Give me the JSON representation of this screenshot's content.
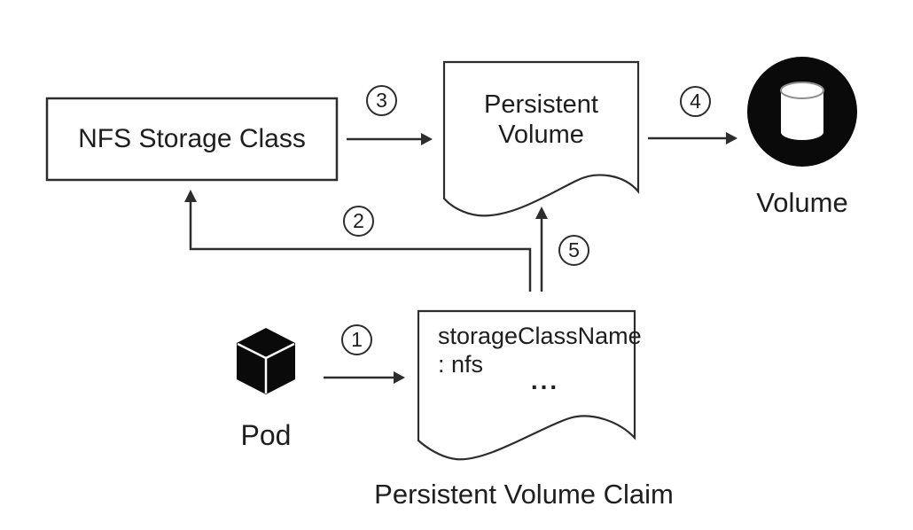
{
  "diagram": {
    "background_color": "#ffffff",
    "line_color": "#2d2d2d",
    "icon_fill_color": "#0a0a0a",
    "nodes": {
      "nfs_storage_class": {
        "label": "NFS Storage Class"
      },
      "persistent_volume": {
        "label_line1": "Persistent",
        "label_line2": "Volume"
      },
      "volume": {
        "label": "Volume",
        "icon": "database-cylinder-icon"
      },
      "pod": {
        "label": "Pod",
        "icon": "cube-icon"
      },
      "persistent_volume_claim": {
        "body_line1": "storageClassName",
        "body_line2": ": nfs",
        "body_ellipsis": "...",
        "caption": "Persistent Volume Claim"
      }
    },
    "step_numbers": [
      "1",
      "2",
      "3",
      "4",
      "5"
    ]
  }
}
